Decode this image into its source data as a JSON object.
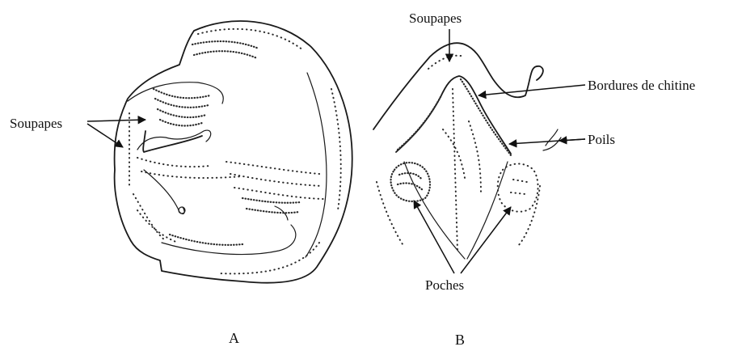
{
  "figure": {
    "panel_a": {
      "caption": "A",
      "labels": {
        "soupapes": "Soupapes"
      }
    },
    "panel_b": {
      "caption": "B",
      "labels": {
        "soupapes": "Soupapes",
        "bordures": "Bordures de chitine",
        "poils": "Poils",
        "poches": "Poches"
      }
    }
  }
}
